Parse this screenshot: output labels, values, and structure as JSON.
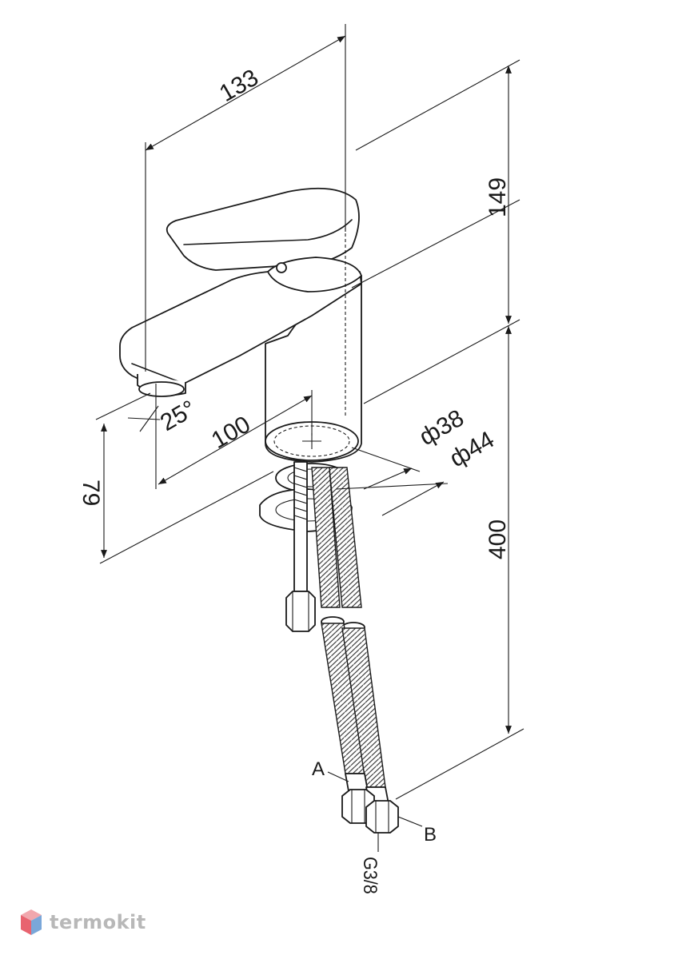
{
  "dimensions": {
    "spout_length": "133",
    "height_body": "149",
    "hose_length": "400",
    "spout_reach": "100",
    "spout_angle": "25°",
    "height_under_spout": "79",
    "hole_diameter": "ф38",
    "base_diameter": "ф44"
  },
  "labels": {
    "connection_a": "A",
    "connection_b": "B",
    "thread": "G3/8"
  },
  "watermark": {
    "brand": "termokit"
  },
  "colors": {
    "line": "#1a1a1a",
    "watermark_text": "#b8b8b8",
    "logo_red": "#e8636f",
    "logo_blue": "#7aa7d9"
  }
}
